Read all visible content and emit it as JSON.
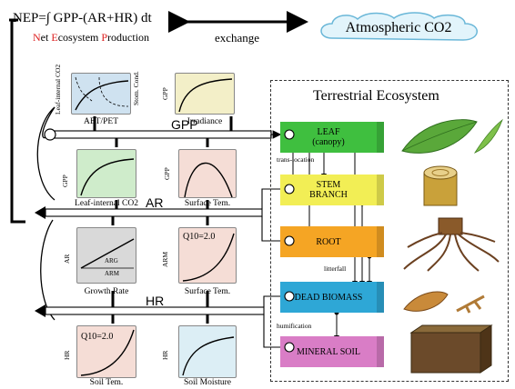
{
  "header": {
    "equation": "NEP=∫ GPP-(AR+HR) dt",
    "nep_label": {
      "n": "N",
      "et": "et ",
      "e": "E",
      "cosystem": "cosystem ",
      "p": "P",
      "roduction": "roduction"
    },
    "exchange": "exchange",
    "atmospheric_co2": "Atmospheric CO2"
  },
  "processes": {
    "gpp": "GPP",
    "ar": "AR",
    "hr": "HR"
  },
  "terrestrial": {
    "title": "Terrestrial Ecosystem",
    "compartments": [
      {
        "label": "LEAF (canopy)",
        "color": "#3fbf3f"
      },
      {
        "label": "STEM BRANCH",
        "color": "#f2ee55"
      },
      {
        "label": "ROOT",
        "color": "#f5a524"
      },
      {
        "label": "DEAD BIOMASS",
        "color": "#2ea7d6"
      },
      {
        "label": "MINERAL SOIL",
        "color": "#d97dc6"
      }
    ],
    "flows": {
      "translocation": "trans-location",
      "litterfall": "litterfall",
      "humification": "humification"
    }
  },
  "panels": {
    "p1": {
      "ylabel": "Leaf-internal CO2",
      "ylabel2": "Stom. Cond.",
      "caption": "AET/PET",
      "color": "#cfe2f0"
    },
    "p2": {
      "ylabel": "GPP",
      "caption": "Irradiance",
      "color": "#f3efc8"
    },
    "p3": {
      "ylabel": "GPP",
      "caption": "Leaf-internal CO2",
      "color": "#cfeccb"
    },
    "p4": {
      "ylabel": "GPP",
      "caption": "Surface Tem.",
      "color": "#f5ddd6"
    },
    "p5": {
      "ylabel": "AR",
      "caption": "Growth Rate",
      "color": "#d9d9d9",
      "arg": "ARG",
      "arm": "ARM"
    },
    "p6": {
      "ylabel": "ARM",
      "caption": "Surface Tem.",
      "color": "#f5ddd6",
      "q10": "Q10=2.0"
    },
    "p7": {
      "ylabel": "HR",
      "caption": "Soil Tem.",
      "color": "#f5ddd6",
      "q10": "Q10=2.0"
    },
    "p8": {
      "ylabel": "HR",
      "caption": "Soil Moisture",
      "color": "#dceef5"
    }
  },
  "colors": {
    "leaf_image": "#5aa83a",
    "stem_image": "#c9a13a",
    "root_image": "#8a5a2a",
    "dead_image": "#c98a3a",
    "soil_image": "#6b4a2a"
  }
}
